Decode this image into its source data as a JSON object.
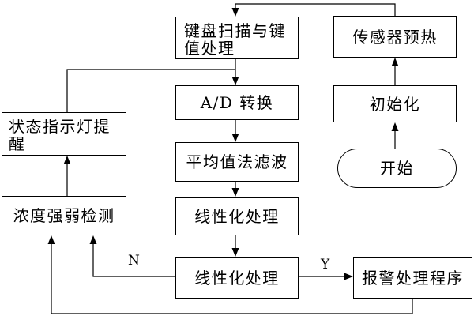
{
  "nodes": {
    "start": {
      "label": "开始"
    },
    "init": {
      "label": "初始化"
    },
    "preheat": {
      "label": "传感器预热"
    },
    "keyboard": {
      "lines": [
        "键盘扫描与键",
        "值处理"
      ]
    },
    "ad_convert": {
      "label": "A/D 转换"
    },
    "filter": {
      "label": "平均值法滤波"
    },
    "linearize_1": {
      "label": "线性化处理"
    },
    "linearize_2": {
      "label": "线性化处理"
    },
    "alarm": {
      "label": "报警处理程序"
    },
    "detect": {
      "label": "浓度强弱检测"
    },
    "status_light": {
      "lines": [
        "状态指示灯提",
        "醒"
      ]
    }
  },
  "edge_labels": {
    "no": "N",
    "yes": "Y"
  },
  "colors": {
    "stroke": "#000000",
    "background": "#ffffff",
    "text": "#000000"
  }
}
